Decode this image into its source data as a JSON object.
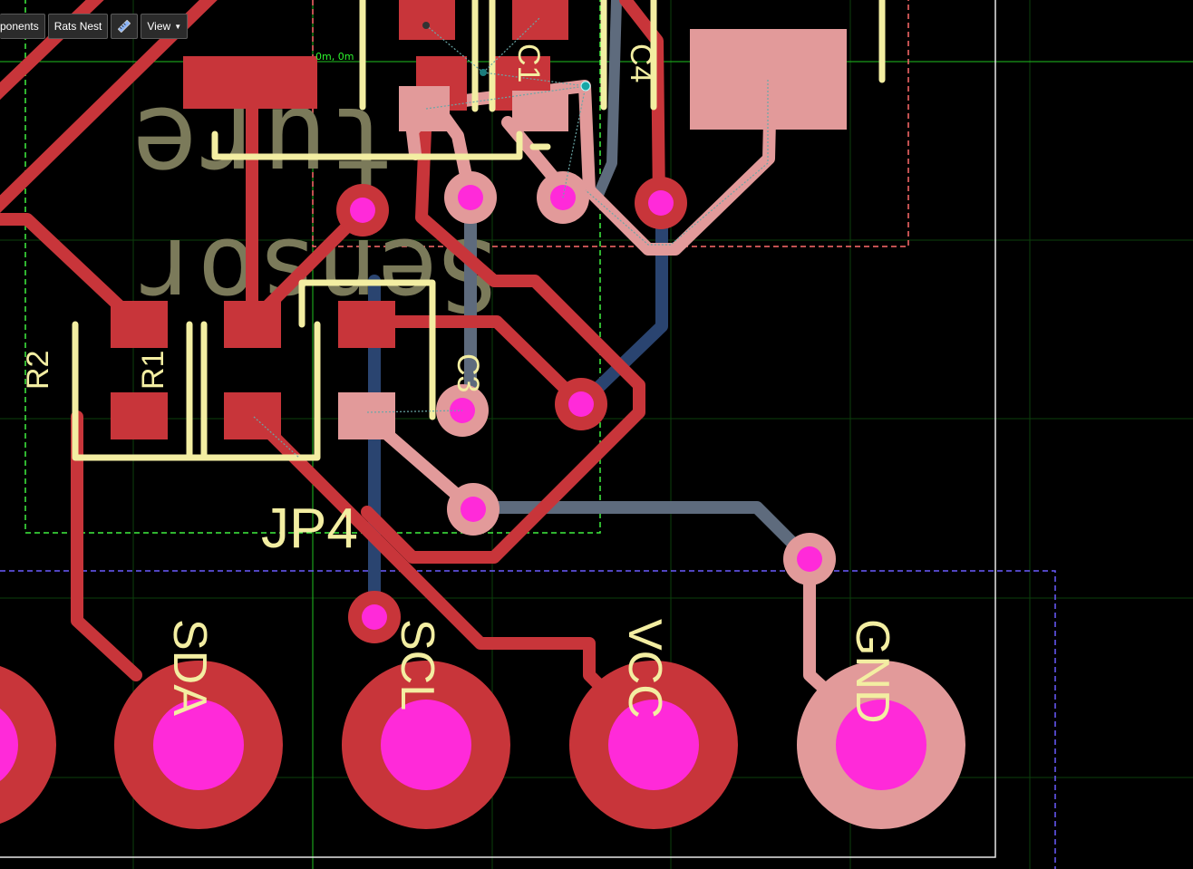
{
  "toolbar": {
    "components_label": "ponents",
    "ratsnest_label": "Rats Nest",
    "measure_icon": "ruler-icon",
    "view_label": "View",
    "view_caret": "▼"
  },
  "origin_readout": "0m, 0m",
  "silkscreen_text": {
    "sensor_word": "Sensor",
    "bottom_word": "ture"
  },
  "designators": {
    "r1": "R1",
    "r2": "R2",
    "c1": "C1",
    "c3": "C3",
    "c4": "C4",
    "jp4": "JP4"
  },
  "pins": [
    {
      "label": "SDA"
    },
    {
      "label": "SCL"
    },
    {
      "label": "VCC"
    },
    {
      "label": "GND"
    }
  ],
  "colors": {
    "background": "#000000",
    "top_copper": "#c8353a",
    "top_copper_selected": "#e29a9a",
    "bottom_copper": "#2a4470",
    "bottom_copper_selected": "#5e6b7d",
    "drill": "#ff2ad9",
    "silkscreen": "#f3eea2",
    "silk_text": "#7b7a5a",
    "courtyard_green": "#41f041",
    "courtyard_red": "#ff6b6b",
    "courtyard_blue": "#6b5cff",
    "grid": "#0c3f0c"
  }
}
